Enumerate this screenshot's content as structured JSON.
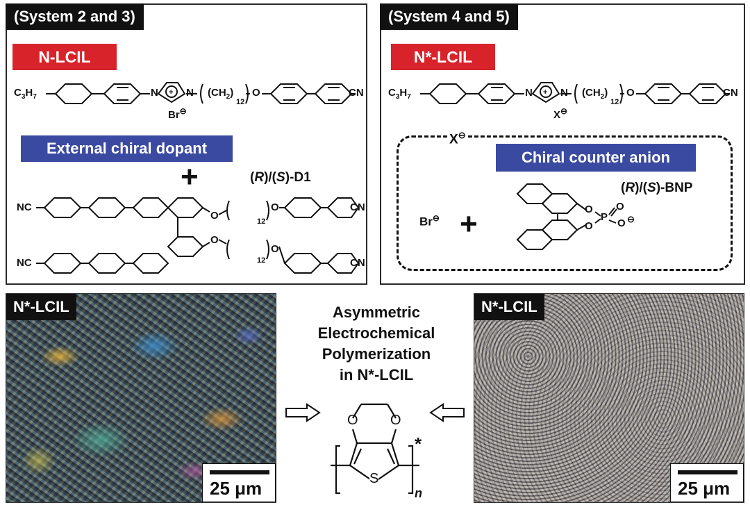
{
  "panel_left": {
    "header": "(System 2 and 3)",
    "tag_red": "N-LCIL",
    "tag_blue": "External chiral dopant",
    "plus": "+",
    "dopant_label_r": "R",
    "dopant_label_s": "S",
    "dopant_suffix": "-D1",
    "mol1": {
      "left": "C",
      "left_sub": "3",
      "left2": "H",
      "left_sub2": "7",
      "counter": "Br",
      "charge": "⊖",
      "n": "12",
      "o": "O",
      "end": "CN",
      "n_atom": "N",
      "n_atom2": "N"
    },
    "dopant": {
      "nc": "NC",
      "o": "O",
      "n": "12",
      "cn": "CN"
    }
  },
  "panel_right": {
    "header": "(System 4 and 5)",
    "tag_red": "N*-LCIL",
    "tag_blue": "Chiral counter anion",
    "x_label": "X",
    "br_label": "Br",
    "charge": "⊖",
    "plus": "+",
    "bnp_label_r": "R",
    "bnp_label_s": "S",
    "bnp_suffix": "-BNP",
    "bnp": {
      "o": "O",
      "p": "P"
    },
    "mol1": {
      "counter": "X"
    }
  },
  "bottom": {
    "left_tag": "N*-LCIL",
    "right_tag": "N*-LCIL",
    "scale_left": "25 μm",
    "scale_right": "25 μm",
    "title_lines": [
      "Asymmetric",
      "Electrochemical",
      "Polymerization",
      "in N*-LCIL"
    ],
    "polymer": {
      "o": "O",
      "s": "S",
      "n": "n",
      "star": "*"
    }
  }
}
